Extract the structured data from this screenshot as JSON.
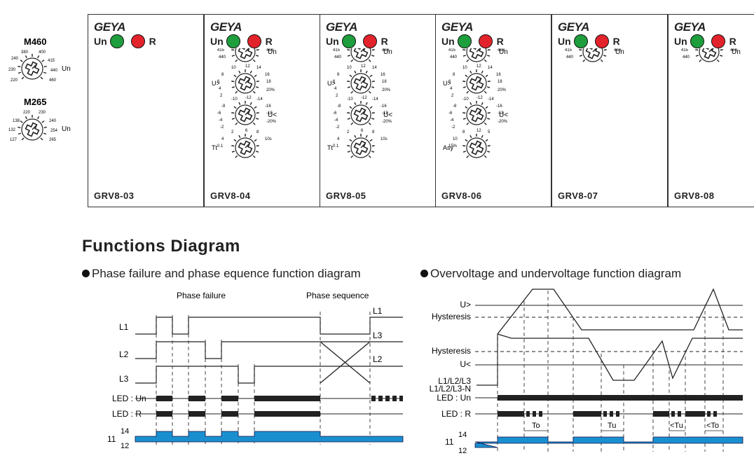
{
  "selectors": [
    {
      "title": "M460",
      "ticks": [
        "240",
        "380",
        "400",
        "230",
        "415",
        "220",
        "440",
        "460"
      ],
      "side": "Un"
    },
    {
      "title": "M265",
      "ticks": [
        "138",
        "220",
        "230",
        "132",
        "240",
        "127",
        "254",
        "265"
      ],
      "side": "Un"
    }
  ],
  "panels": [
    {
      "brand": "GEYA",
      "led_un": "Un",
      "led_r": "R",
      "model": "GRV8-03"
    },
    {
      "brand": "GEYA",
      "led_un": "Un",
      "led_r": "R",
      "model": "GRV8-04"
    },
    {
      "brand": "GEYA",
      "led_un": "Un",
      "led_r": "R",
      "model": "GRV8-05"
    },
    {
      "brand": "GEYA",
      "led_un": "Un",
      "led_r": "R",
      "model": "GRV8-06"
    },
    {
      "brand": "GEYA",
      "led_un": "Un",
      "led_r": "R",
      "model": "GRV8-07"
    },
    {
      "brand": "GEYA",
      "led_un": "Un",
      "led_r": "R",
      "model": "GRV8-08"
    }
  ],
  "knob_labels": {
    "un": "Un",
    "un_ticks": [
      "240",
      "380",
      "400",
      "230",
      "415",
      "220",
      "440",
      "460"
    ],
    "uover": "U>",
    "uover_ticks": [
      "8",
      "10",
      "12",
      "14",
      "6",
      "16",
      "4",
      "18",
      "2",
      "20%"
    ],
    "uunder": "U<",
    "uunder_ticks": [
      "-8",
      "-10",
      "-12",
      "-14",
      "-6",
      "-16",
      "-4",
      "-18",
      "-2",
      "-20%"
    ],
    "tt": "Tt",
    "tt_ticks": [
      "4",
      "2",
      "6",
      "8",
      "0.1",
      "10s"
    ],
    "asy": "Asy",
    "asy_ticks": [
      "10",
      "8",
      "12",
      "5",
      "15%"
    ]
  },
  "page_title": "Functions Diagram",
  "left_diagram": {
    "heading": "Phase failure and phase equence function diagram",
    "section1": "Phase failure",
    "section2": "Phase sequence",
    "rows": [
      "L1",
      "L2",
      "L3",
      "LED : Un",
      "LED : R",
      "11"
    ],
    "right_labels": [
      "L1",
      "L3",
      "L2"
    ],
    "contact_top": "14",
    "contact_bottom": "12"
  },
  "right_diagram": {
    "heading": "Overvoltage and undervoltage function diagram",
    "levels": [
      "U>",
      "Hysteresis",
      "Hysteresis",
      "U<"
    ],
    "rows": [
      "L1/L2/L3",
      "L1/L2/L3-N",
      "LED : Un",
      "LED : R",
      "11"
    ],
    "contact_top": "14",
    "contact_bottom": "12",
    "timers": [
      "To",
      "Tu",
      "<Tu",
      "<To"
    ]
  },
  "colors": {
    "led_green": "#1e9e3c",
    "led_red": "#e3232b",
    "relay_blue": "#1a8fd0"
  }
}
